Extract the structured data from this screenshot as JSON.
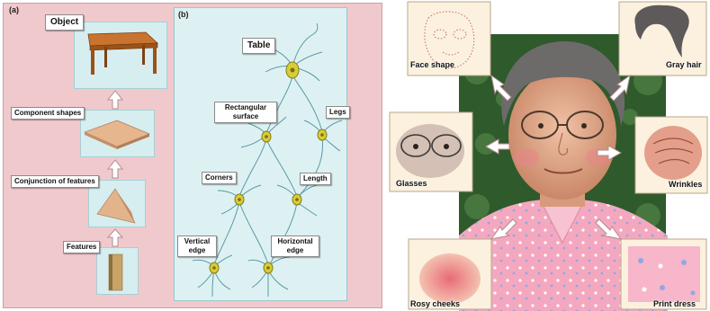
{
  "panel_a": {
    "tag": "(a)",
    "labels": {
      "object": "Object",
      "component_shapes": "Component shapes",
      "conjunction": "Conjunction of features",
      "features": "Features"
    }
  },
  "panel_b": {
    "tag": "(b)",
    "labels": {
      "table": "Table",
      "rectangular_surface": "Rectangular surface",
      "legs": "Legs",
      "corners": "Corners",
      "length": "Length",
      "vertical_edge": "Vertical edge",
      "horizontal_edge": "Horizontal edge"
    }
  },
  "face_panel": {
    "labels": {
      "face_shape": "Face shape",
      "gray_hair": "Gray hair",
      "glasses": "Glasses",
      "wrinkles": "Wrinkles",
      "rosy_cheeks": "Rosy cheeks",
      "print_dress": "Print dress"
    }
  },
  "colors": {
    "panel_a_bg": "#f0c9cd",
    "panel_b_bg": "#ddf1f3",
    "neuron_body": "#d8cc3a",
    "neuron_line": "#5a9aa3",
    "dress": "#f2a9bf",
    "background_foliage": "#2f5a2c"
  }
}
